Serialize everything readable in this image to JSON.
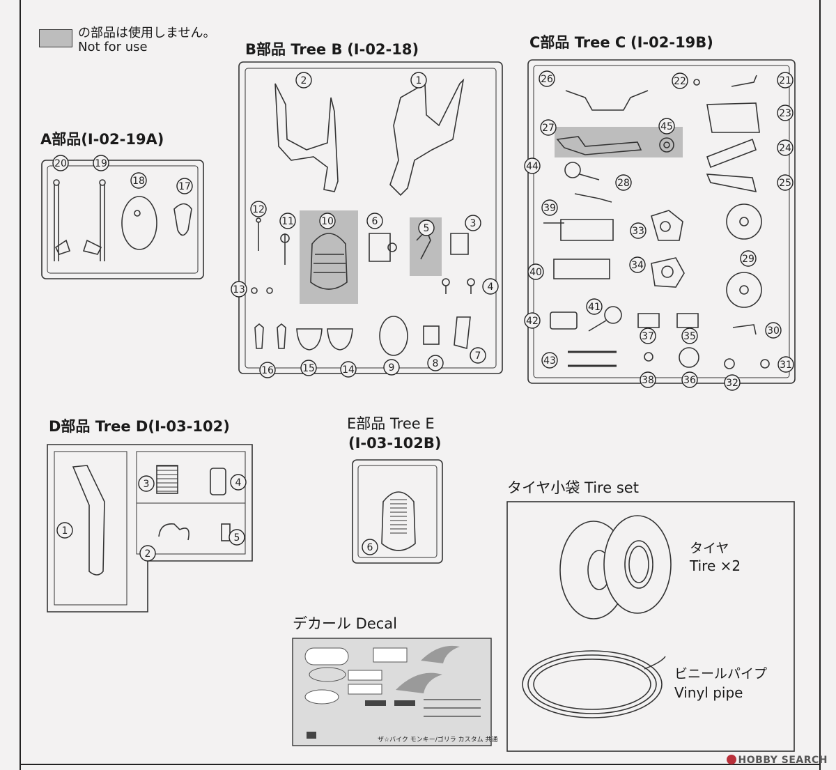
{
  "legend": {
    "swatch_color": "#bdbdbd",
    "label_jp": "の部品は使用しません。",
    "label_en": "Not for use"
  },
  "trees": {
    "a": {
      "title_prefix": "A部品",
      "title_code": "(I-02-19A)",
      "parts": [
        "20",
        "19",
        "18",
        "17"
      ]
    },
    "b": {
      "title_prefix": "B部品 Tree B",
      "title_code": "(I-02-18)",
      "parts": [
        "2",
        "1",
        "12",
        "11",
        "10",
        "6",
        "5",
        "3",
        "4",
        "13",
        "16",
        "15",
        "14",
        "9",
        "8",
        "7"
      ]
    },
    "c": {
      "title_prefix": "C部品 Tree C",
      "title_code": "(I-02-19B)",
      "parts": [
        "26",
        "22",
        "21",
        "23",
        "27",
        "45",
        "24",
        "44",
        "25",
        "28",
        "39",
        "33",
        "29",
        "40",
        "34",
        "41",
        "42",
        "37",
        "35",
        "30",
        "43",
        "38",
        "36",
        "32",
        "31"
      ]
    },
    "d": {
      "title_prefix": "D部品 Tree D",
      "title_code": "(I-03-102)",
      "parts": [
        "1",
        "3",
        "4",
        "2",
        "5"
      ]
    },
    "e": {
      "title_line1": "E部品 Tree E",
      "title_line2": "(I-03-102B)",
      "parts": [
        "6"
      ]
    }
  },
  "decal": {
    "title": "デカール Decal",
    "footer_text": "ザ☆バイク モンキー/ゴリラ カスタム 共通"
  },
  "tire_set": {
    "title": "タイヤ小袋 Tire set",
    "tire_jp": "タイヤ",
    "tire_en": "Tire ×2",
    "pipe_jp": "ビニールパイプ",
    "pipe_en": "Vinyl pipe"
  },
  "watermark": {
    "text": "HOBBY SEARCH"
  }
}
